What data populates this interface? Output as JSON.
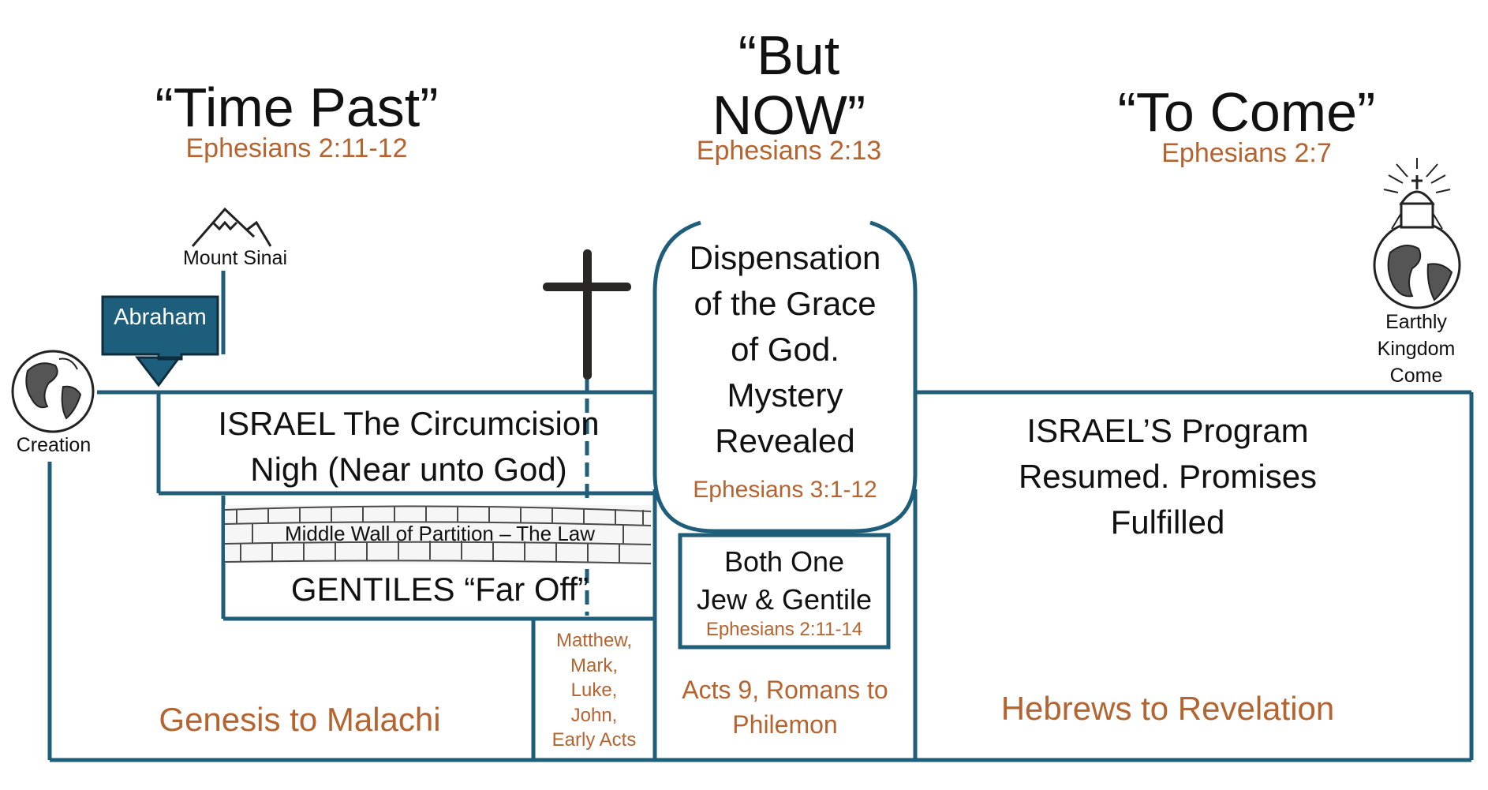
{
  "headers": {
    "time_past": {
      "title": "“Time Past”",
      "ref": "Ephesians 2:11-12"
    },
    "but_now": {
      "title_line1": "“But",
      "title_line2": "NOW”",
      "ref": "Ephesians 2:13"
    },
    "to_come": {
      "title": "“To Come”",
      "ref": "Ephesians 2:7"
    }
  },
  "labels": {
    "creation": "Creation",
    "mount_sinai": "Mount Sinai",
    "abraham": "Abraham",
    "earthly_kingdom": [
      "Earthly",
      "Kingdom",
      "Come"
    ]
  },
  "israel_box": {
    "line1": "ISRAEL The Circumcision",
    "line2": "Nigh (Near unto God)"
  },
  "wall_label": "Middle Wall of Partition – The Law",
  "gentiles_label": "GENTILES “Far Off”",
  "grace_box": {
    "lines": [
      "Dispensation",
      "of the  Grace",
      "of God.",
      "Mystery",
      "Revealed"
    ],
    "ref": "Ephesians 3:1-12"
  },
  "both_one": {
    "line1": "Both One",
    "line2": "Jew & Gentile",
    "ref": "Ephesians 2:11-14"
  },
  "israel_program": [
    "ISRAEL’S Program",
    "Resumed. Promises",
    "Fulfilled"
  ],
  "books": {
    "ot": "Genesis to Malachi",
    "gospels": [
      "Matthew,",
      "Mark,",
      "Luke,",
      "John,",
      "Early Acts"
    ],
    "pauline": [
      "Acts 9, Romans to",
      "Philemon"
    ],
    "hebrews": "Hebrews to Revelation"
  },
  "colors": {
    "line": "#1f5e7a",
    "abraham_box": "#1c5e7b",
    "reference": "#b5632f",
    "cross": "#2b2626"
  }
}
